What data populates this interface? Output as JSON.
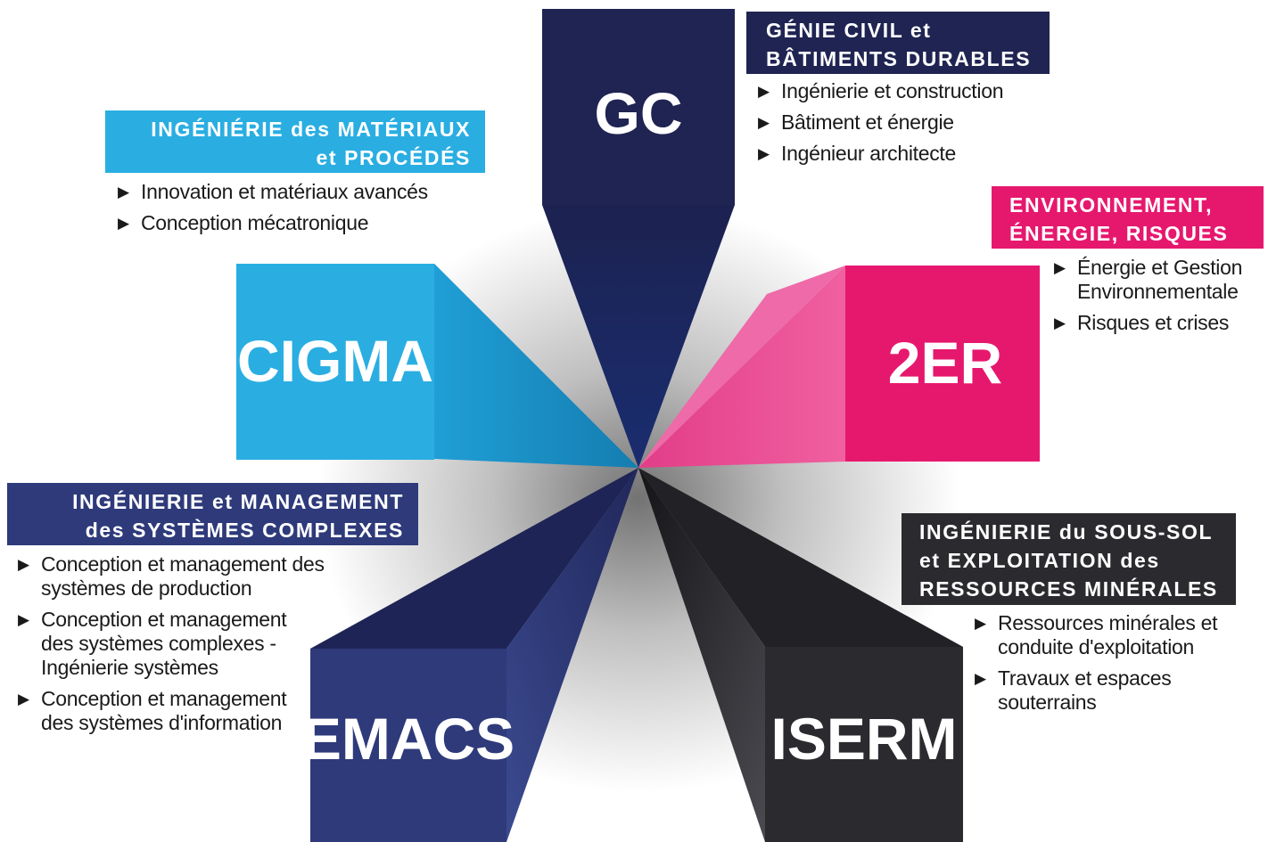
{
  "branches": {
    "gc": {
      "code": "GC",
      "title_lines": [
        "GÉNIE CIVIL et",
        "BÂTIMENTS DURABLES"
      ],
      "items": [
        "Ingénierie et construction",
        "Bâtiment et énergie",
        "Ingénieur architecte"
      ],
      "color": "#1f2452"
    },
    "cigma": {
      "code": "CIGMA",
      "title_lines": [
        "INGÉNIÉRIE des MATÉRIAUX",
        "et PROCÉDÉS"
      ],
      "items": [
        "Innovation et matériaux avancés",
        "Conception mécatronique"
      ],
      "color": "#2aaee2"
    },
    "twoer": {
      "code": "2ER",
      "title_lines": [
        "ENVIRONNEMENT,",
        "ÉNERGIE, RISQUES"
      ],
      "items": [
        "Énergie et Gestion\nEnvironnementale",
        "Risques et crises"
      ],
      "color": "#e6186e"
    },
    "emacs": {
      "code": "EMACS",
      "title_lines": [
        "INGÉNIERIE et MANAGEMENT",
        "des SYSTÈMES COMPLEXES"
      ],
      "items": [
        "Conception et management des\nsystèmes de production",
        "Conception et management\ndes systèmes complexes -\nIngénierie systèmes",
        "Conception et management\ndes systèmes d'information"
      ],
      "color": "#2e3a7a"
    },
    "iserm": {
      "code": "ISERM",
      "title_lines": [
        "INGÉNIERIE du SOUS-SOL",
        "et EXPLOITATION des",
        "RESSOURCES MINÉRALES"
      ],
      "items": [
        "Ressources minérales et\nconduite d'exploitation",
        "Travaux et espaces\nsouterrains"
      ],
      "color": "#2b2b2f"
    }
  },
  "bullet_icon": "triangle-right-icon"
}
